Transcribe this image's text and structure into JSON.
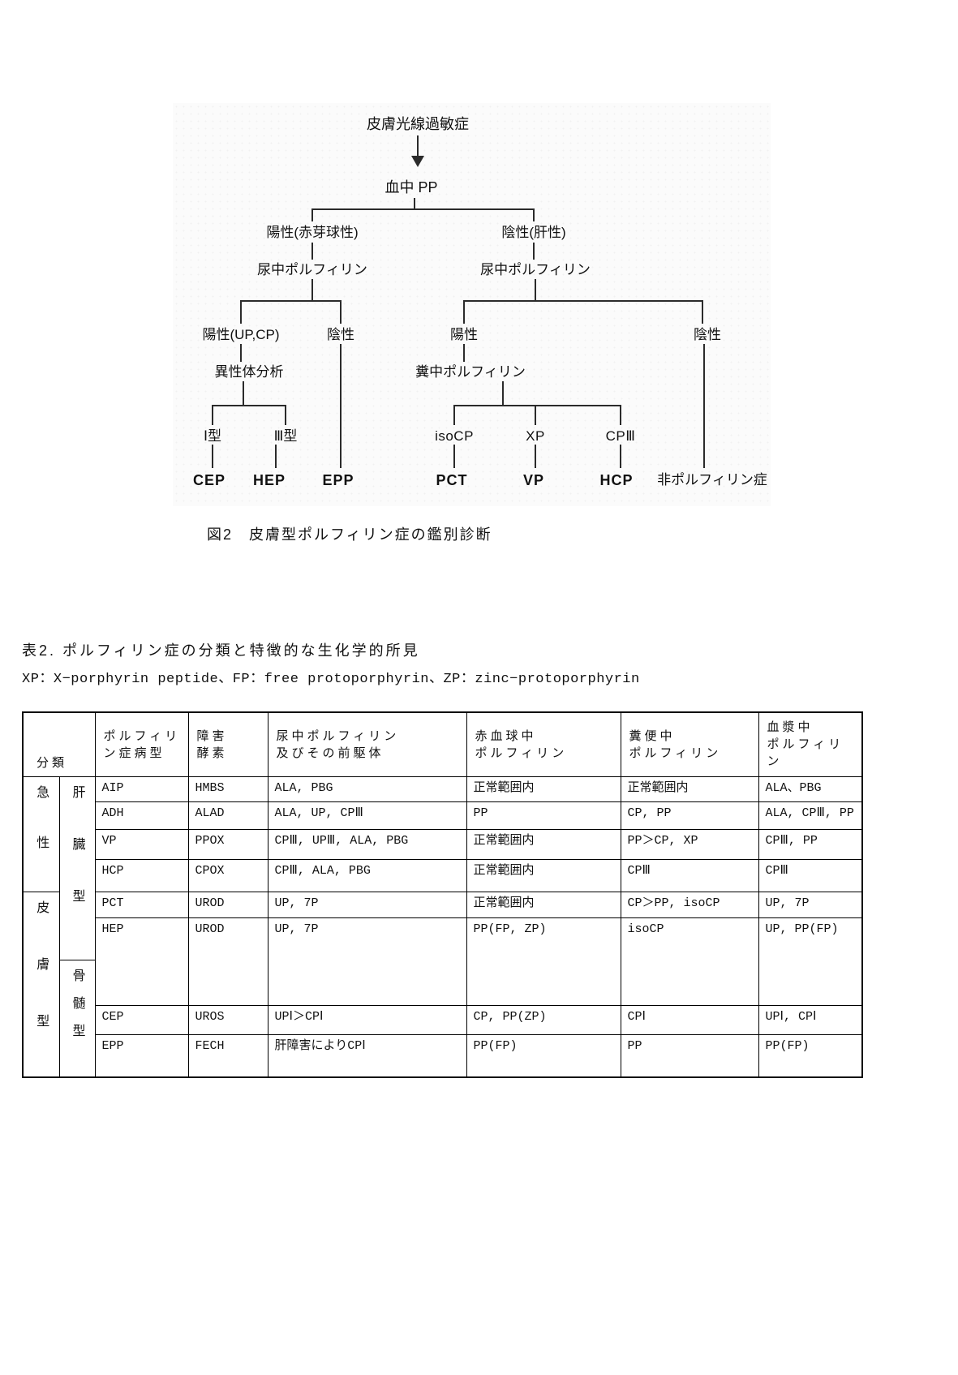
{
  "flowchart": {
    "caption": "図2　皮膚型ポルフィリン症の鑑別診断",
    "nodes": {
      "root": "皮膚光線過敏症",
      "blood_pp": "血中 PP",
      "positive_erythro": "陽性(赤芽球性)",
      "negative_hepatic": "陰性(肝性)",
      "urine_left": "尿中ポルフィリン",
      "urine_right": "尿中ポルフィリン",
      "positive_upcp": "陽性(UP,CP)",
      "negative_left": "陰性",
      "positive_right": "陽性",
      "negative_right": "陰性",
      "isomer_analysis": "異性体分析",
      "fecal_porphyrin": "糞中ポルフィリン",
      "type1": "Ⅰ型",
      "type3": "Ⅲ型",
      "isocp": "isoCP",
      "xp": "XP",
      "cp3": "CPⅢ",
      "cep": "CEP",
      "hep": "HEP",
      "epp": "EPP",
      "pct": "PCT",
      "vp": "VP",
      "hcp": "HCP",
      "non_porphyria": "非ポルフィリン症"
    }
  },
  "table_section": {
    "title": "表2. ポルフィリン症の分類と特徴的な生化学的所見",
    "legend": "XP：X−porphyrin peptide、FP：free protoporphyrin、ZP：zinc−protoporphyrin",
    "table": {
      "headers": {
        "classification": "分類",
        "disease_type": "ポルフィリ\nン症病型",
        "enzyme": "障害\n酵素",
        "urine": "尿中ポルフィリン\n及びその前駆体",
        "rbc": "赤血球中\nポルフィリン",
        "feces": "糞便中\nポルフィリン",
        "plasma": "血漿中\nポルフィリン"
      },
      "groups": {
        "acute": "急性",
        "skin": "皮膚型",
        "hepatic": "肝臓型",
        "marrow": "骨髄型"
      },
      "rows": [
        {
          "type": "AIP",
          "enzyme": "HMBS",
          "urine": "ALA, PBG",
          "rbc": "正常範囲内",
          "feces": "正常範囲内",
          "plasma": "ALA、PBG"
        },
        {
          "type": "ADH",
          "enzyme": "ALAD",
          "urine": "ALA, UP, CPⅢ",
          "rbc": "PP",
          "feces": "CP, PP",
          "plasma": "ALA, CPⅢ, PP"
        },
        {
          "type": "VP",
          "enzyme": "PPOX",
          "urine": "CPⅢ, UPⅢ, ALA, PBG",
          "rbc": "正常範囲内",
          "feces": "PP＞CP, XP",
          "plasma": "CPⅢ, PP"
        },
        {
          "type": "HCP",
          "enzyme": "CPOX",
          "urine": "CPⅢ, ALA, PBG",
          "rbc": "正常範囲内",
          "feces": "CPⅢ",
          "plasma": "CPⅢ"
        },
        {
          "type": "PCT",
          "enzyme": "UROD",
          "urine": "UP, 7P",
          "rbc": "正常範囲内",
          "feces": "CP＞PP, isoCP",
          "plasma": "UP, 7P"
        },
        {
          "type": "HEP",
          "enzyme": "UROD",
          "urine": "UP, 7P",
          "rbc": "PP(FP, ZP)",
          "feces": "isoCP",
          "plasma": "UP, PP(FP)"
        },
        {
          "type": "CEP",
          "enzyme": "UROS",
          "urine": "UPⅠ＞CPⅠ",
          "rbc": "CP, PP(ZP)",
          "feces": "CPⅠ",
          "plasma": "UPⅠ, CPⅠ"
        },
        {
          "type": "EPP",
          "enzyme": "FECH",
          "urine": "肝障害によりCPⅠ",
          "rbc": "PP(FP)",
          "feces": "PP",
          "plasma": "PP(FP)"
        }
      ]
    }
  }
}
